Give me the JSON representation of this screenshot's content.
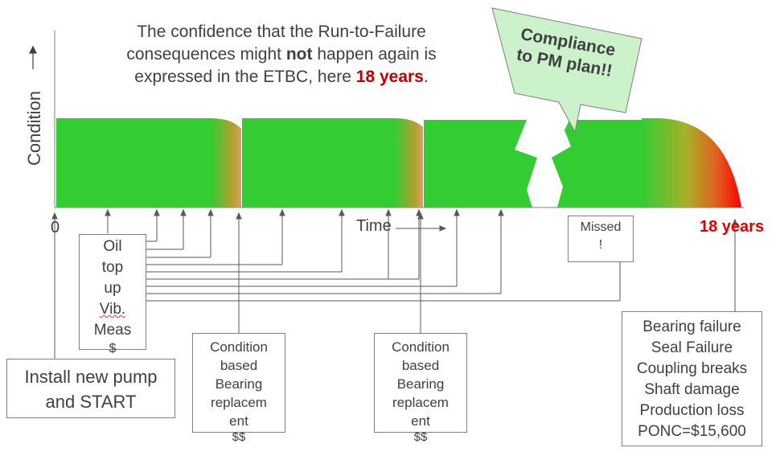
{
  "headline": {
    "part1": "The confidence that the Run-to-Failure consequences might ",
    "bold": "not",
    "part2": " happen again is expressed in the ETBC, here ",
    "red_bold": "18 years",
    "part3": "."
  },
  "axis": {
    "y_label": "Condition",
    "x_label": "Time",
    "origin_label": "0",
    "end_label": "18 years"
  },
  "boxes": {
    "oil_lines": [
      "Oil",
      "top",
      "up"
    ],
    "oil_vib": "Vib.",
    "oil_meas": "Meas",
    "oil_dollar": "$",
    "install_line1": "Install new pump",
    "install_line2": "and START",
    "condition_lines": [
      "Condition",
      "based",
      "Bearing",
      "replacem",
      "ent"
    ],
    "condition_cost": "$$",
    "missed_line1": "Missed",
    "missed_line2": "!",
    "failure_lines": [
      "Bearing failure",
      "Seal Failure",
      "Coupling breaks",
      "Shaft damage",
      "Production loss",
      "PONC=$15,600"
    ]
  },
  "callout": {
    "line1": "Compliance",
    "line2": "to PM plan!!"
  },
  "colors": {
    "healthy_green": "#33cc33",
    "failure_red": "#ff0000",
    "emphasis_red": "#c00000",
    "callout_fill": "#ccf2cc",
    "text_gray": "#404040",
    "line_gray": "#595959"
  }
}
